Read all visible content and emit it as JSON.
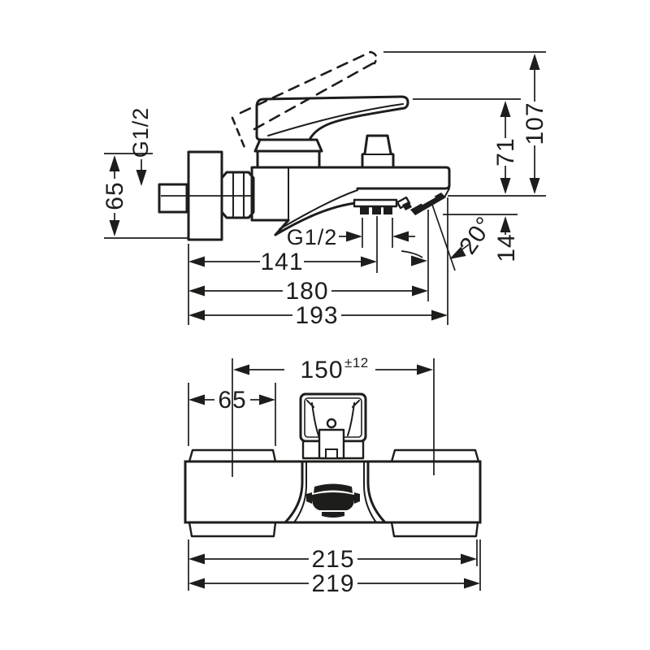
{
  "drawing": {
    "type": "technical-dimension-drawing",
    "views": [
      "side elevation",
      "front elevation"
    ],
    "colors": {
      "line": "#1d1d1b",
      "background": "#ffffff"
    },
    "side_view": {
      "wall_thread": "G1/2",
      "escutcheon_diameter": "65",
      "outlet_thread": "G1/2",
      "wall_to_outlet": "141",
      "wall_to_spout_vertex": "180",
      "total_projection": "193",
      "spout_angle": "20°",
      "spout_tip_drop": "14",
      "height_to_handle": "71",
      "height_handle_raised": "107"
    },
    "front_view": {
      "connection_pitch": "150",
      "connection_pitch_tolerance": "±12",
      "escutcheon_width": "65",
      "inner_width": "215",
      "overall_width": "219"
    }
  }
}
